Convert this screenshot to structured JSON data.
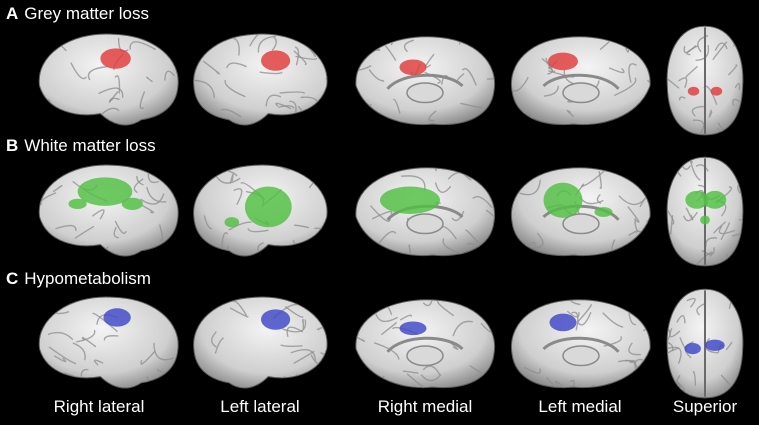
{
  "figure": {
    "background": "#000000",
    "panels": [
      {
        "letter": "A",
        "title": "Grey matter loss",
        "color": "#e23a3a"
      },
      {
        "letter": "B",
        "title": "White matter loss",
        "color": "#52c043"
      },
      {
        "letter": "C",
        "title": "Hypometabolism",
        "color": "#3f47c8"
      }
    ],
    "views": [
      "Right lateral",
      "Left lateral",
      "Right medial",
      "Left medial",
      "Superior"
    ]
  }
}
